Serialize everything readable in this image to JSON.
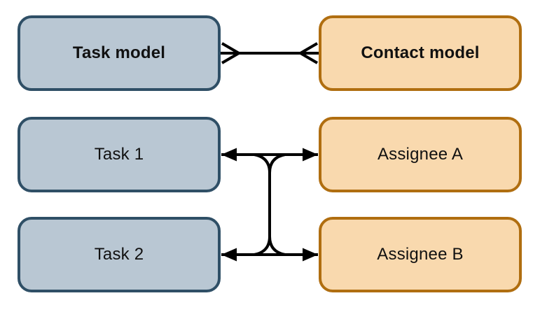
{
  "diagram": {
    "nodes": {
      "task_model": {
        "label": "Task model",
        "style": "blue",
        "emphasis": "bold"
      },
      "contact_model": {
        "label": "Contact model",
        "style": "orange",
        "emphasis": "bold"
      },
      "task_1": {
        "label": "Task 1",
        "style": "blue",
        "emphasis": "regular"
      },
      "assignee_a": {
        "label": "Assignee A",
        "style": "orange",
        "emphasis": "regular"
      },
      "task_2": {
        "label": "Task 2",
        "style": "blue",
        "emphasis": "regular"
      },
      "assignee_b": {
        "label": "Assignee B",
        "style": "orange",
        "emphasis": "regular"
      }
    },
    "connections": [
      {
        "from": "task_model",
        "to": "contact_model",
        "notation": "crow-foot many-to-many"
      },
      {
        "from": "task_1",
        "to": "assignee_a",
        "notation": "double-headed arrow"
      },
      {
        "from": "task_1",
        "to": "assignee_b",
        "notation": "double-headed arrow via center junction"
      },
      {
        "from": "task_2",
        "to": "assignee_a",
        "notation": "double-headed arrow via center junction"
      },
      {
        "from": "task_2",
        "to": "assignee_b",
        "notation": "double-headed arrow"
      }
    ]
  },
  "colors": {
    "task_fill": "#b9c7d3",
    "task_border": "#2f4f66",
    "contact_fill": "#f9d9ae",
    "contact_border": "#b06e10",
    "connector": "#000000",
    "text": "#111111",
    "background": "#ffffff"
  }
}
